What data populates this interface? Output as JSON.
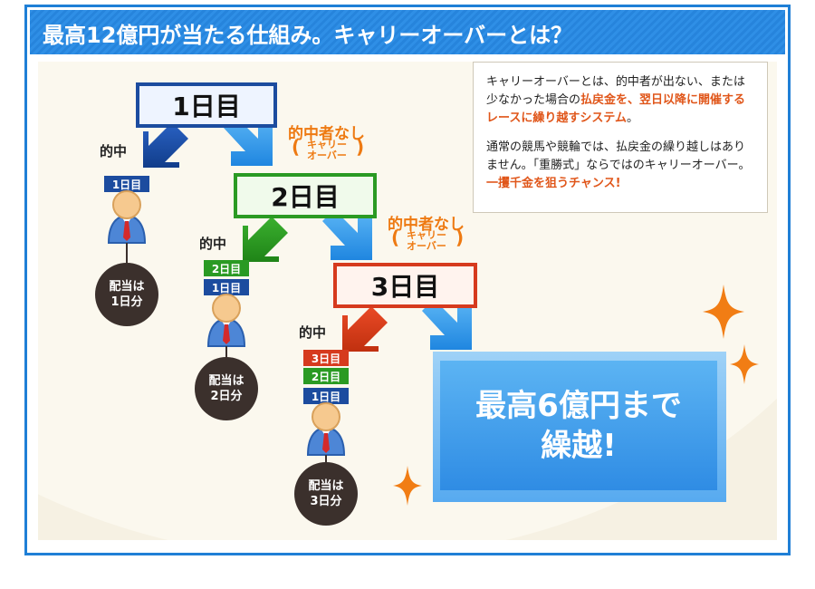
{
  "title": "最高12億円が当たる仕組み。キャリーオーバーとは？",
  "days": [
    {
      "label": "1日目"
    },
    {
      "label": "2日目"
    },
    {
      "label": "3日目"
    }
  ],
  "hit_label": "的中",
  "no_hit": {
    "label": "的中者なし",
    "carry_line1": "キャリー",
    "carry_line2": "オーバー",
    "paren_open": "(",
    "paren_close": ")"
  },
  "tags": {
    "d1": "1日目",
    "d2": "2日目",
    "d3": "3日目"
  },
  "payouts": [
    {
      "line1": "配当は",
      "line2": "1日分"
    },
    {
      "line1": "配当は",
      "line2": "2日分"
    },
    {
      "line1": "配当は",
      "line2": "3日分"
    }
  ],
  "note": {
    "p1_a": "キャリーオーバーとは、的中者が出ない、または少なかった場合の",
    "p1_hl": "払戻金を、翌日以降に開催するレースに繰り越すシステム",
    "p1_b": "。",
    "p2_a": "通常の競馬や競輪では、払戻金の繰り越しはありません。「重勝式」ならではのキャリーオーバー。",
    "p2_hl": "一攫千金を狙うチャンス!"
  },
  "carry_over": {
    "line1": "最高6億円まで",
    "line2": "繰越!"
  },
  "colors": {
    "blue": "#1c4c9f",
    "green": "#2a9a23",
    "red": "#d63a1e",
    "orange": "#ee7a12",
    "sky": "#2f8ce4"
  }
}
